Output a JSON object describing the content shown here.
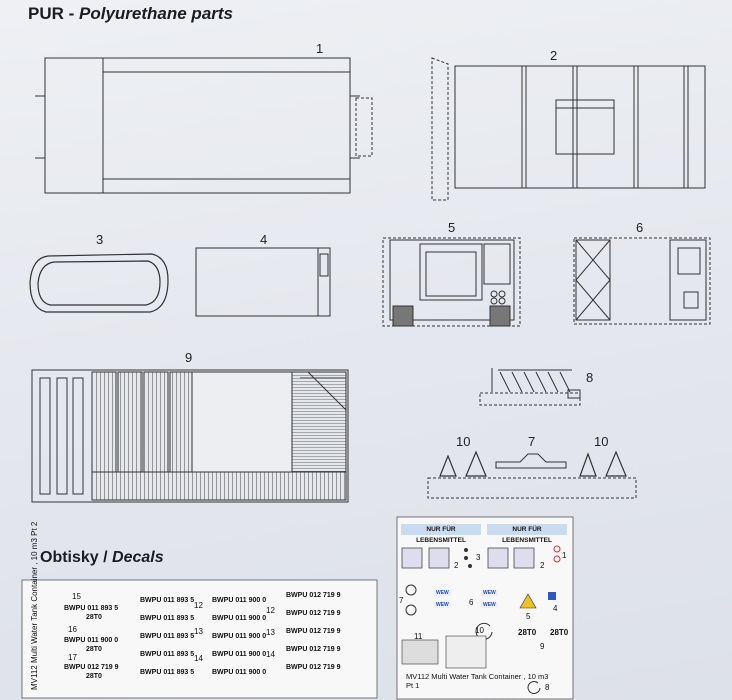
{
  "headings": {
    "pur_bold": "PUR",
    "pur_italic": "Polyurethane parts",
    "decals_bold": "Obtisky",
    "decals_italic": "Decals"
  },
  "part_numbers": [
    "1",
    "2",
    "3",
    "4",
    "5",
    "6",
    "7",
    "8",
    "9",
    "10",
    "10"
  ],
  "decal_sheet_left": {
    "vertical_title": "MV112 Multi Water Tank Container , 10 m3 Pt 2",
    "markers": [
      "15",
      "16",
      "17",
      "12",
      "13",
      "14",
      "12",
      "13",
      "14"
    ],
    "col1": [
      {
        "code": "BWPU 011 893",
        "check": "5",
        "sub": "28T0"
      },
      {
        "code": "BWPU 011 900",
        "check": "0",
        "sub": "28T0"
      },
      {
        "code": "BWPU 012 719",
        "check": "9",
        "sub": "28T0"
      }
    ],
    "col2": [
      "BWPU 011 893",
      "BWPU 011 893",
      "BWPU 011 893",
      "BWPU 011 893",
      "BWPU 011 893"
    ],
    "col2_check": "5",
    "col3": [
      "BWPU 011 900",
      "BWPU 011 900",
      "BWPU 011 900",
      "BWPU 011 900",
      "BWPU 011 900"
    ],
    "col3_check": "0",
    "col4": [
      "BWPU 012 719",
      "BWPU 012 719",
      "BWPU 012 719",
      "BWPU 012 719",
      "BWPU 012 719"
    ],
    "col4_check": "9"
  },
  "decal_sheet_right": {
    "banner_1": "NUR FÜR LEBENSMITTEL",
    "banner_2": "NUR FÜR LEBENSMITTEL",
    "brand": "WEW",
    "markers": [
      "1",
      "2",
      "2",
      "3",
      "4",
      "5",
      "6",
      "7",
      "8",
      "9",
      "10",
      "11"
    ],
    "big_codes": [
      "28T0",
      "28T0"
    ],
    "bottom_caption": "MV112 Multi Water Tank Container , 10 m3 Pt 1"
  }
}
